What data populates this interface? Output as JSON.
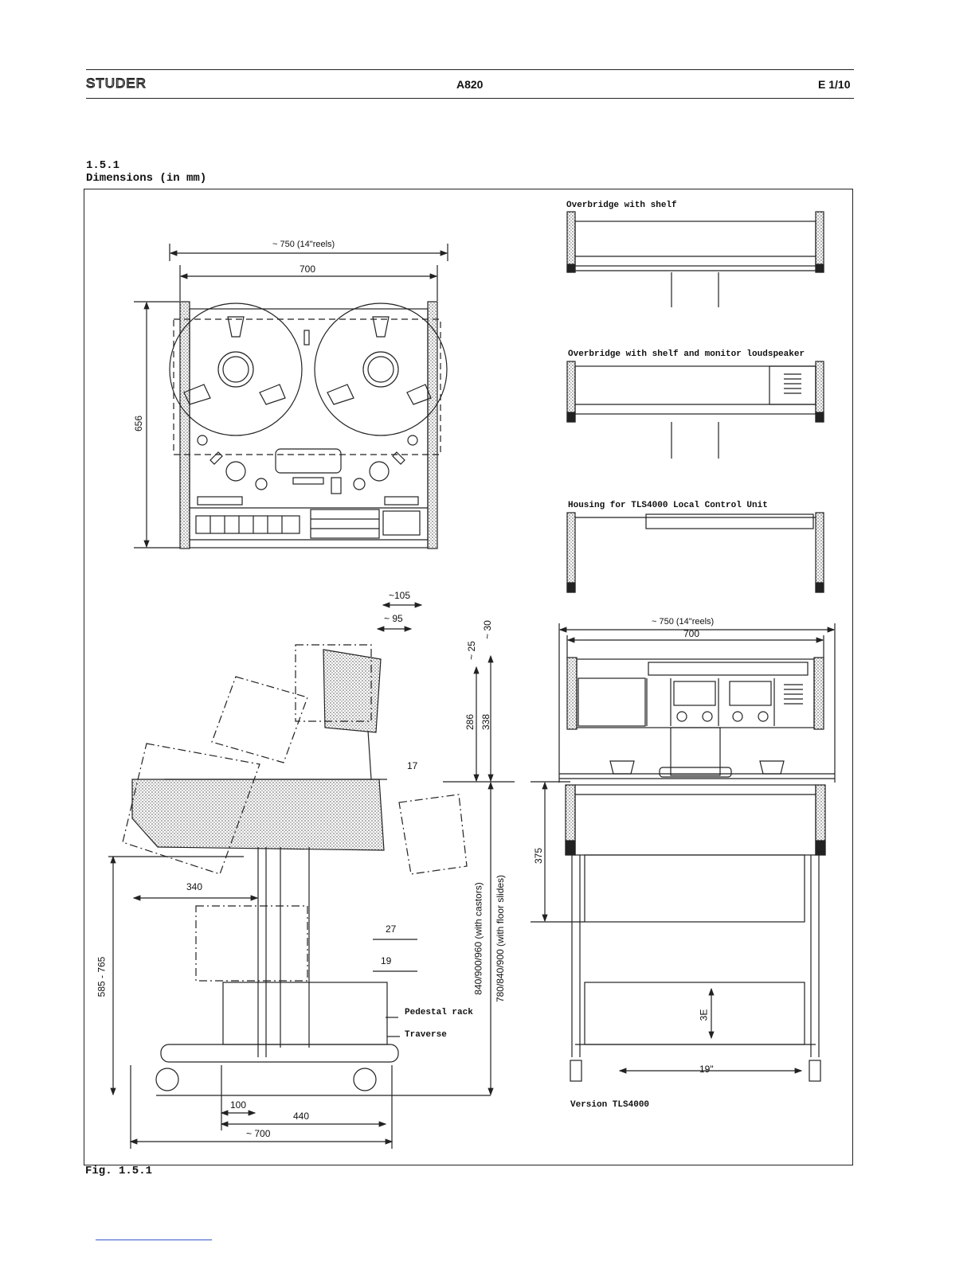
{
  "header": {
    "brand": "STUDER",
    "model": "A820",
    "page": "E 1/10"
  },
  "section": {
    "number": "1.5.1",
    "title": "Dimensions (in mm)"
  },
  "figure": {
    "caption": "Fig. 1.5.1",
    "top_view": {
      "dim_reels": "~ 750 (14\"reels)",
      "dim_width": "700",
      "dim_height": "656"
    },
    "panels": {
      "overbridge_shelf": "Overbridge with shelf",
      "overbridge_speaker": "Overbridge with shelf and monitor loudspeaker",
      "housing_tls": "Housing for TLS4000 Local Control Unit"
    },
    "side_view": {
      "d105": "~105",
      "d95": "~ 95",
      "d30": "~ 30",
      "d25": "~ 25",
      "d286": "286",
      "d338": "338",
      "d17": "17",
      "d340": "340",
      "d27": "27",
      "d19": "19",
      "d585": "585 - 765",
      "d_castors": "840/900/960 (with castors)",
      "d_slides": "780/840/900 (with floor slides)",
      "pedestal": "Pedestal rack",
      "traverse": "Traverse",
      "d100": "100",
      "d440": "440",
      "d700": "~ 700"
    },
    "front_view": {
      "dim_reels": "~ 750 (14\"reels)",
      "dim_width": "700",
      "d375": "375",
      "d3e": "3E",
      "d19in": "19\"",
      "version": "Version TLS4000"
    }
  }
}
